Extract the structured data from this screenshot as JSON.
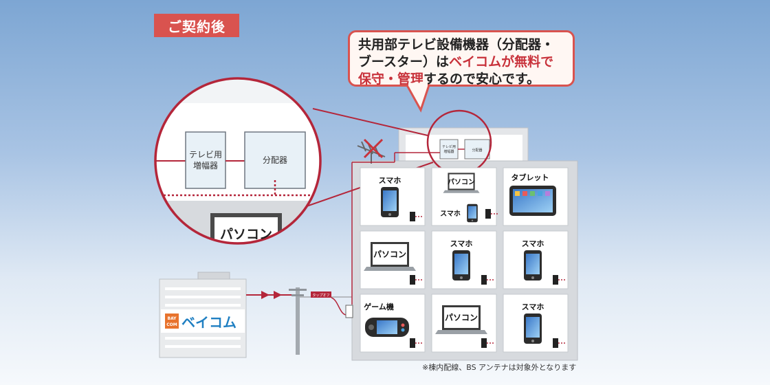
{
  "badge": "ご契約後",
  "callout": {
    "line1": "共用部テレビ設備機器（分配器・",
    "line2_a": "ブースター）は",
    "line2_b": "ベイコムが無料で",
    "line3_a": "保守・管理",
    "line3_b": "するので安心です。"
  },
  "zoom": {
    "amplifier": [
      "テレビ用",
      "増幅器"
    ],
    "splitter": "分配器",
    "monitor_text": "パソコン"
  },
  "mini_boxes": {
    "amplifier": [
      "テレビ用",
      "増幅器"
    ],
    "splitter": "分配器"
  },
  "tap_label": "タップオフ",
  "logo": {
    "small_top": "BAY",
    "small_bottom": "COM",
    "name": "ベイコム"
  },
  "rooms": [
    {
      "device": "smartphone",
      "label": "スマホ"
    },
    {
      "device": "laptop",
      "label": "パソコン",
      "extra_label": "スマホ"
    },
    {
      "device": "tablet",
      "label": "タブレット"
    },
    {
      "device": "laptop",
      "label": "パソコン"
    },
    {
      "device": "smartphone",
      "label": "スマホ"
    },
    {
      "device": "smartphone",
      "label": "スマホ"
    },
    {
      "device": "game-console",
      "label": "ゲーム機"
    },
    {
      "device": "laptop",
      "label": "パソコン"
    },
    {
      "device": "smartphone",
      "label": "スマホ"
    }
  ],
  "footnote": "※棟内配線、BS アンテナは対象外となります",
  "colors": {
    "accent": "#d9534f",
    "wire": "#b4263a",
    "sky": "#7da6d3"
  }
}
